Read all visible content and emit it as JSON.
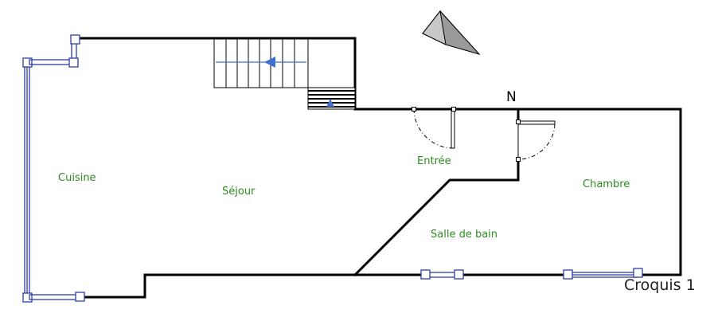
{
  "plan": {
    "sheet_name": "Croquis 1",
    "north_label": "N",
    "colors": {
      "walls": "#000000",
      "room_labels": "#2e8b22",
      "selection": "#2b3fa8",
      "stair_arrow": "#3f6fd1"
    },
    "rooms": [
      {
        "name": "Cuisine"
      },
      {
        "name": "Séjour"
      },
      {
        "name": "Entrée"
      },
      {
        "name": "Chambre"
      },
      {
        "name": "Salle de bain"
      }
    ],
    "elements": {
      "stairs": "staircase",
      "north_arrow": "north-arrow-icon",
      "doors": [
        "entry-door",
        "bedroom-door"
      ],
      "windows": [
        "kitchen-window-left",
        "kitchen-window-top",
        "kitchen-window-bottom",
        "bathroom-window",
        "bedroom-window"
      ]
    }
  }
}
